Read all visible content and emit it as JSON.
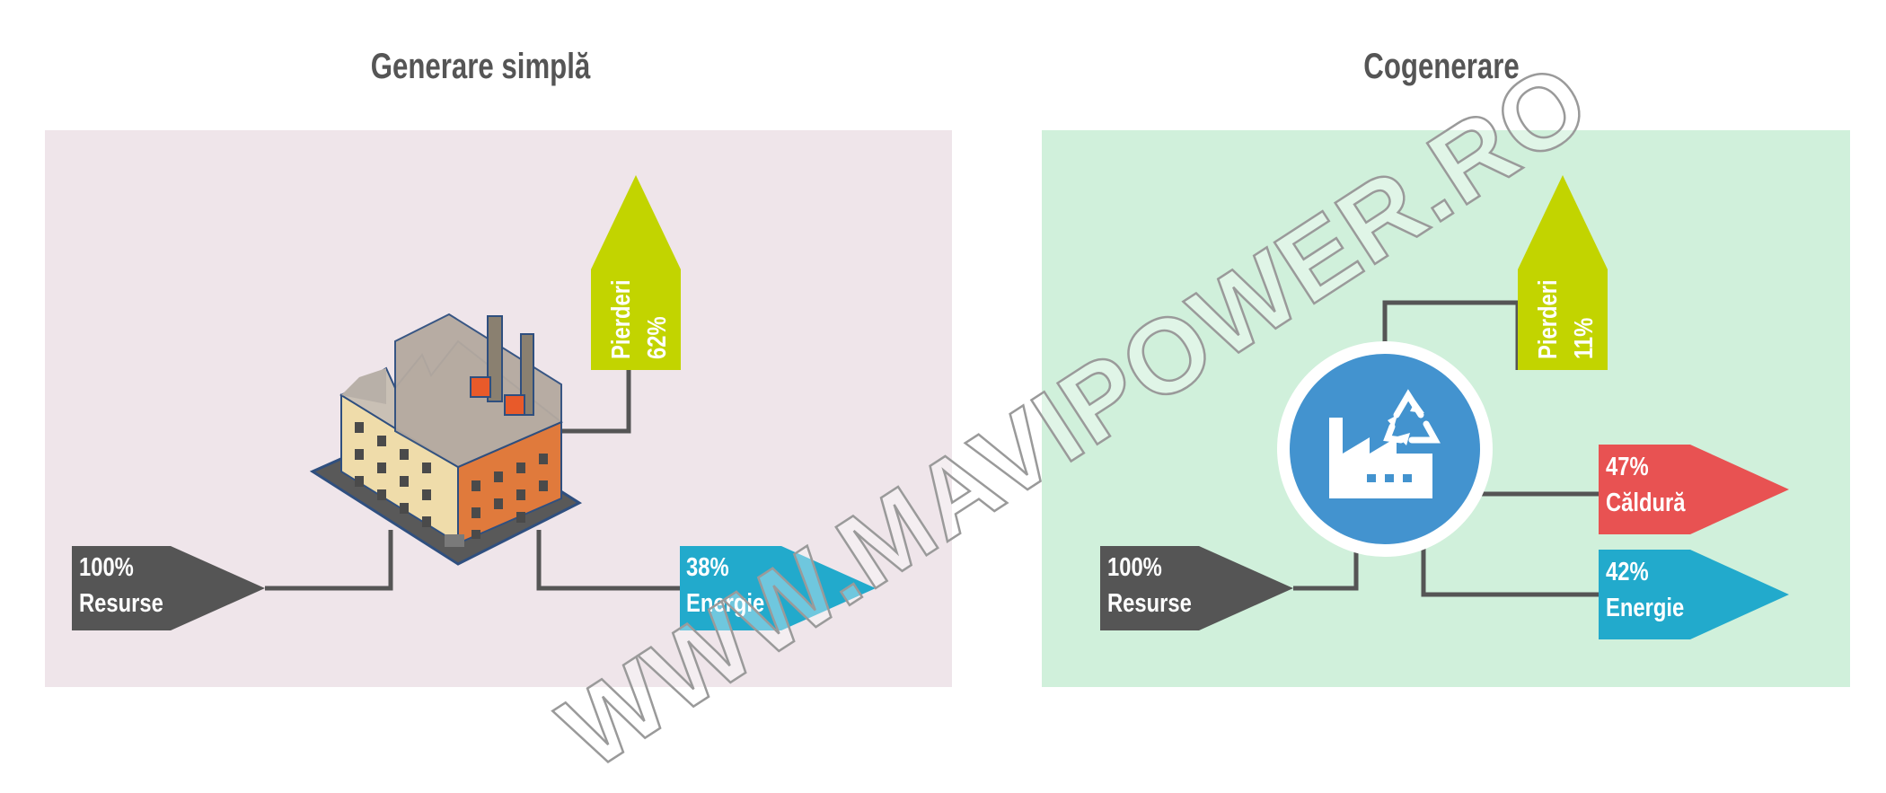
{
  "colors": {
    "left_bg": "#efe5ea",
    "right_bg": "#d0f0db",
    "resurse": "#555555",
    "energie": "#22aacc",
    "pierderi": "#c2d400",
    "caldura": "#e85252",
    "connector": "#555555",
    "factory_circle": "#4393cf"
  },
  "left": {
    "title": "Generare simplă",
    "resurse": {
      "pct": "100%",
      "label": "Resurse"
    },
    "pierderi": {
      "pct": "62%",
      "label": "Pierderi"
    },
    "energie": {
      "pct": "38%",
      "label": "Energie"
    },
    "icon": "factory-building-icon"
  },
  "right": {
    "title": "Cogenerare",
    "resurse": {
      "pct": "100%",
      "label": "Resurse"
    },
    "pierderi": {
      "pct": "11%",
      "label": "Pierderi"
    },
    "caldura": {
      "pct": "47%",
      "label": "Căldură"
    },
    "energie": {
      "pct": "42%",
      "label": "Energie"
    },
    "icon": "recycling-factory-icon"
  },
  "watermark": "WWW.MAVIPOWER.RO"
}
